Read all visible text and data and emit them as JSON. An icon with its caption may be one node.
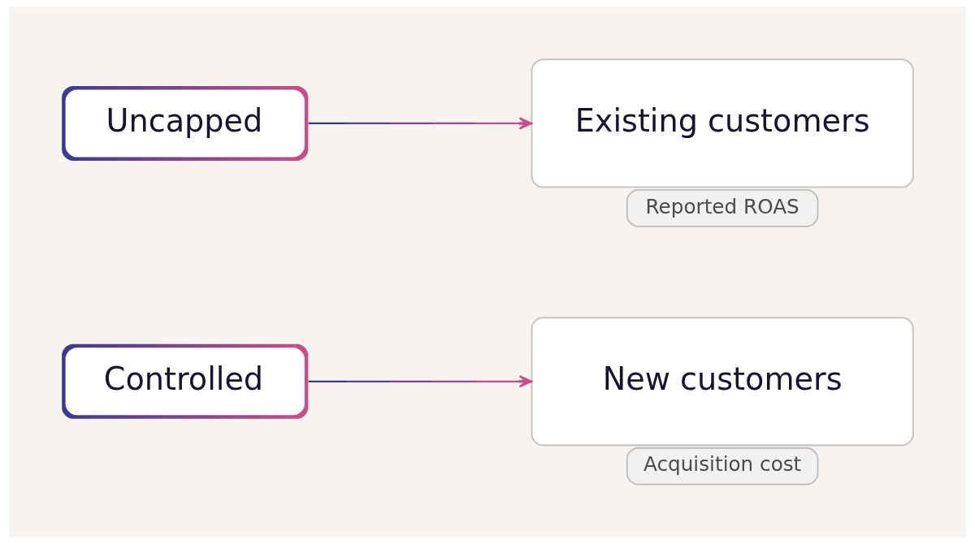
{
  "diagram": {
    "nodes": [
      {
        "text": [
          "Uncapped"
        ]
      },
      {
        "text": [
          "Existing customers"
        ]
      },
      {
        "text": [
          "Reported ROAS"
        ]
      },
      {
        "text": [
          "Controlled"
        ]
      },
      {
        "text": [
          "New customers"
        ]
      },
      {
        "text": [
          "Acquisition cost"
        ]
      }
    ],
    "edges": [
      {
        "from": 0,
        "to": 1,
        "arrow": "to"
      },
      {
        "from": 3,
        "to": 4,
        "arrow": "to"
      }
    ]
  }
}
